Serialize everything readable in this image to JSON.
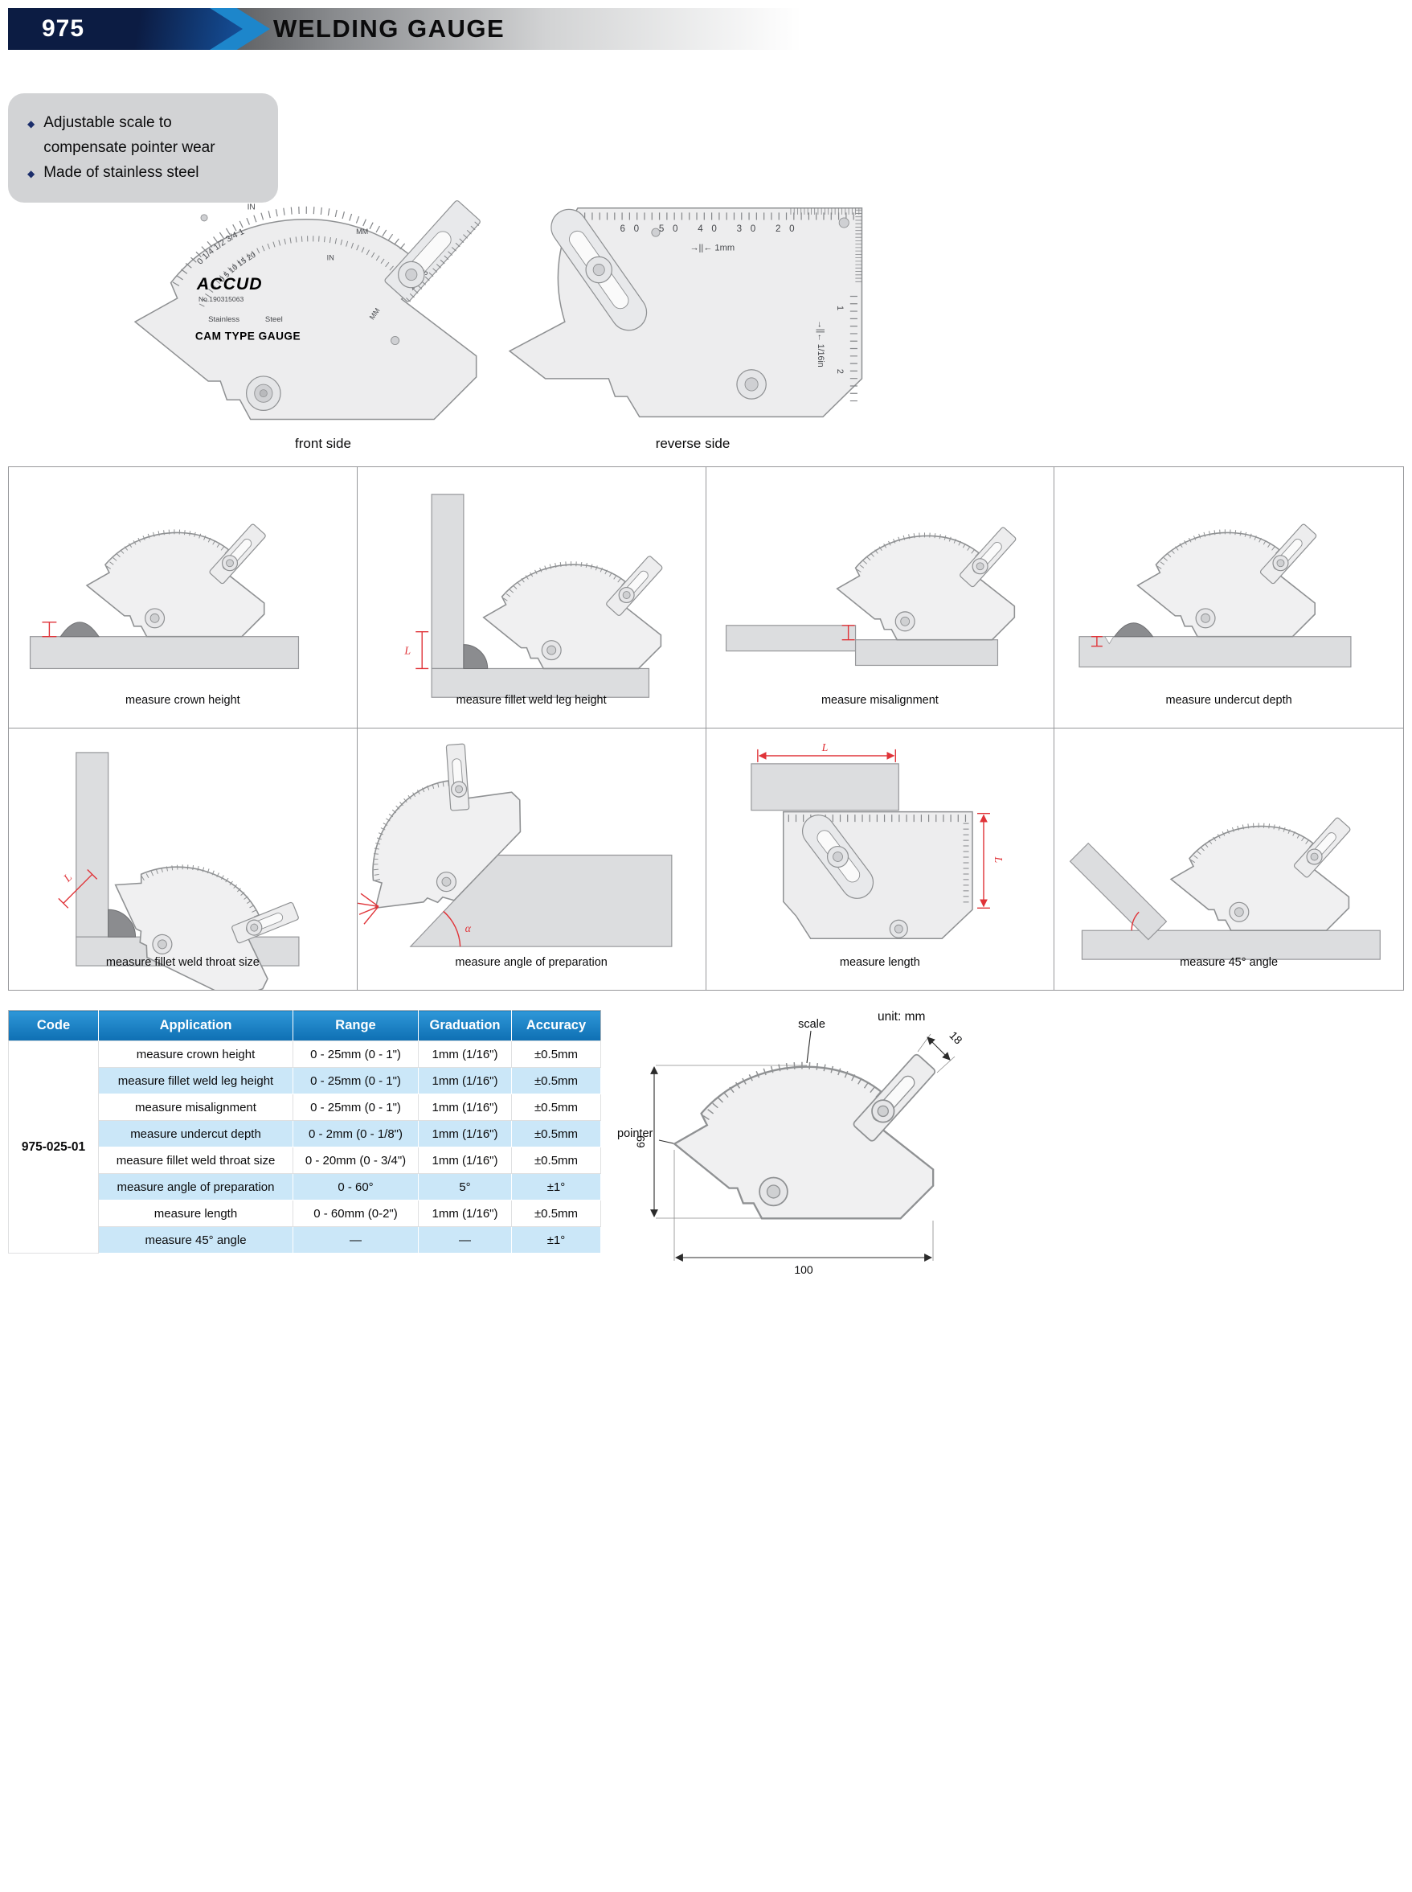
{
  "header": {
    "code": "975",
    "title": "WELDING GAUGE"
  },
  "features": {
    "items": [
      "Adjustable scale to compensate pointer wear",
      "Made of stainless steel"
    ]
  },
  "product": {
    "front_label": "front side",
    "reverse_label": "reverse side",
    "front": {
      "brand": "ACCUD",
      "serial": "No.190315063",
      "material_1": "Stainless",
      "material_2": "Steel",
      "type_label": "CAM TYPE GAUGE",
      "arc_in_label": "IN",
      "arc_in_values": "0     1/4     1/2     3/4     1",
      "arc_mm_values": "0    5    10   15   20",
      "arc_mm_label": "MM",
      "body_in_label": "IN",
      "body_mm_label": "MM",
      "slider_values": "15    10    5"
    },
    "reverse": {
      "top_values": "60       50       40       30       20",
      "top_note": "→||← 1mm",
      "right_mark_1": "1",
      "right_mark_2": "2",
      "right_note": "→||← 1/16in"
    }
  },
  "usage": {
    "cells": [
      {
        "caption": "measure crown height"
      },
      {
        "caption": "measure fillet weld leg height"
      },
      {
        "caption": "measure misalignment"
      },
      {
        "caption": "measure undercut depth"
      },
      {
        "caption": "measure fillet weld throat size"
      },
      {
        "caption": "measure angle of preparation"
      },
      {
        "caption": "measure length"
      },
      {
        "caption": "measure 45° angle"
      }
    ],
    "marks": {
      "length": "L",
      "angle": "α"
    }
  },
  "spec_table": {
    "headers": [
      "Code",
      "Application",
      "Range",
      "Graduation",
      "Accuracy"
    ],
    "code": "975-025-01",
    "rows": [
      {
        "application": "measure crown height",
        "range": "0 - 25mm (0 - 1\")",
        "graduation": "1mm (1/16\")",
        "accuracy": "±0.5mm"
      },
      {
        "application": "measure fillet weld leg height",
        "range": "0 - 25mm (0 - 1\")",
        "graduation": "1mm (1/16\")",
        "accuracy": "±0.5mm"
      },
      {
        "application": "measure misalignment",
        "range": "0 - 25mm (0 - 1\")",
        "graduation": "1mm (1/16\")",
        "accuracy": "±0.5mm"
      },
      {
        "application": "measure undercut depth",
        "range": "0 - 2mm (0 - 1/8\")",
        "graduation": "1mm (1/16\")",
        "accuracy": "±0.5mm"
      },
      {
        "application": "measure fillet weld throat size",
        "range": "0 - 20mm (0 - 3/4\")",
        "graduation": "1mm (1/16\")",
        "accuracy": "±0.5mm"
      },
      {
        "application": "measure angle of preparation",
        "range": "0 - 60°",
        "graduation": "5°",
        "accuracy": "±1°"
      },
      {
        "application": "measure length",
        "range": "0 - 60mm (0-2\")",
        "graduation": "1mm (1/16\")",
        "accuracy": "±0.5mm"
      },
      {
        "application": "measure 45° angle",
        "range": "—",
        "graduation": "—",
        "accuracy": "±1°"
      }
    ]
  },
  "diagram": {
    "unit_note": "unit: mm",
    "scale_label": "scale",
    "pointer_label": "pointer",
    "dim_height": "69",
    "dim_width": "100",
    "dim_slider": "18"
  }
}
